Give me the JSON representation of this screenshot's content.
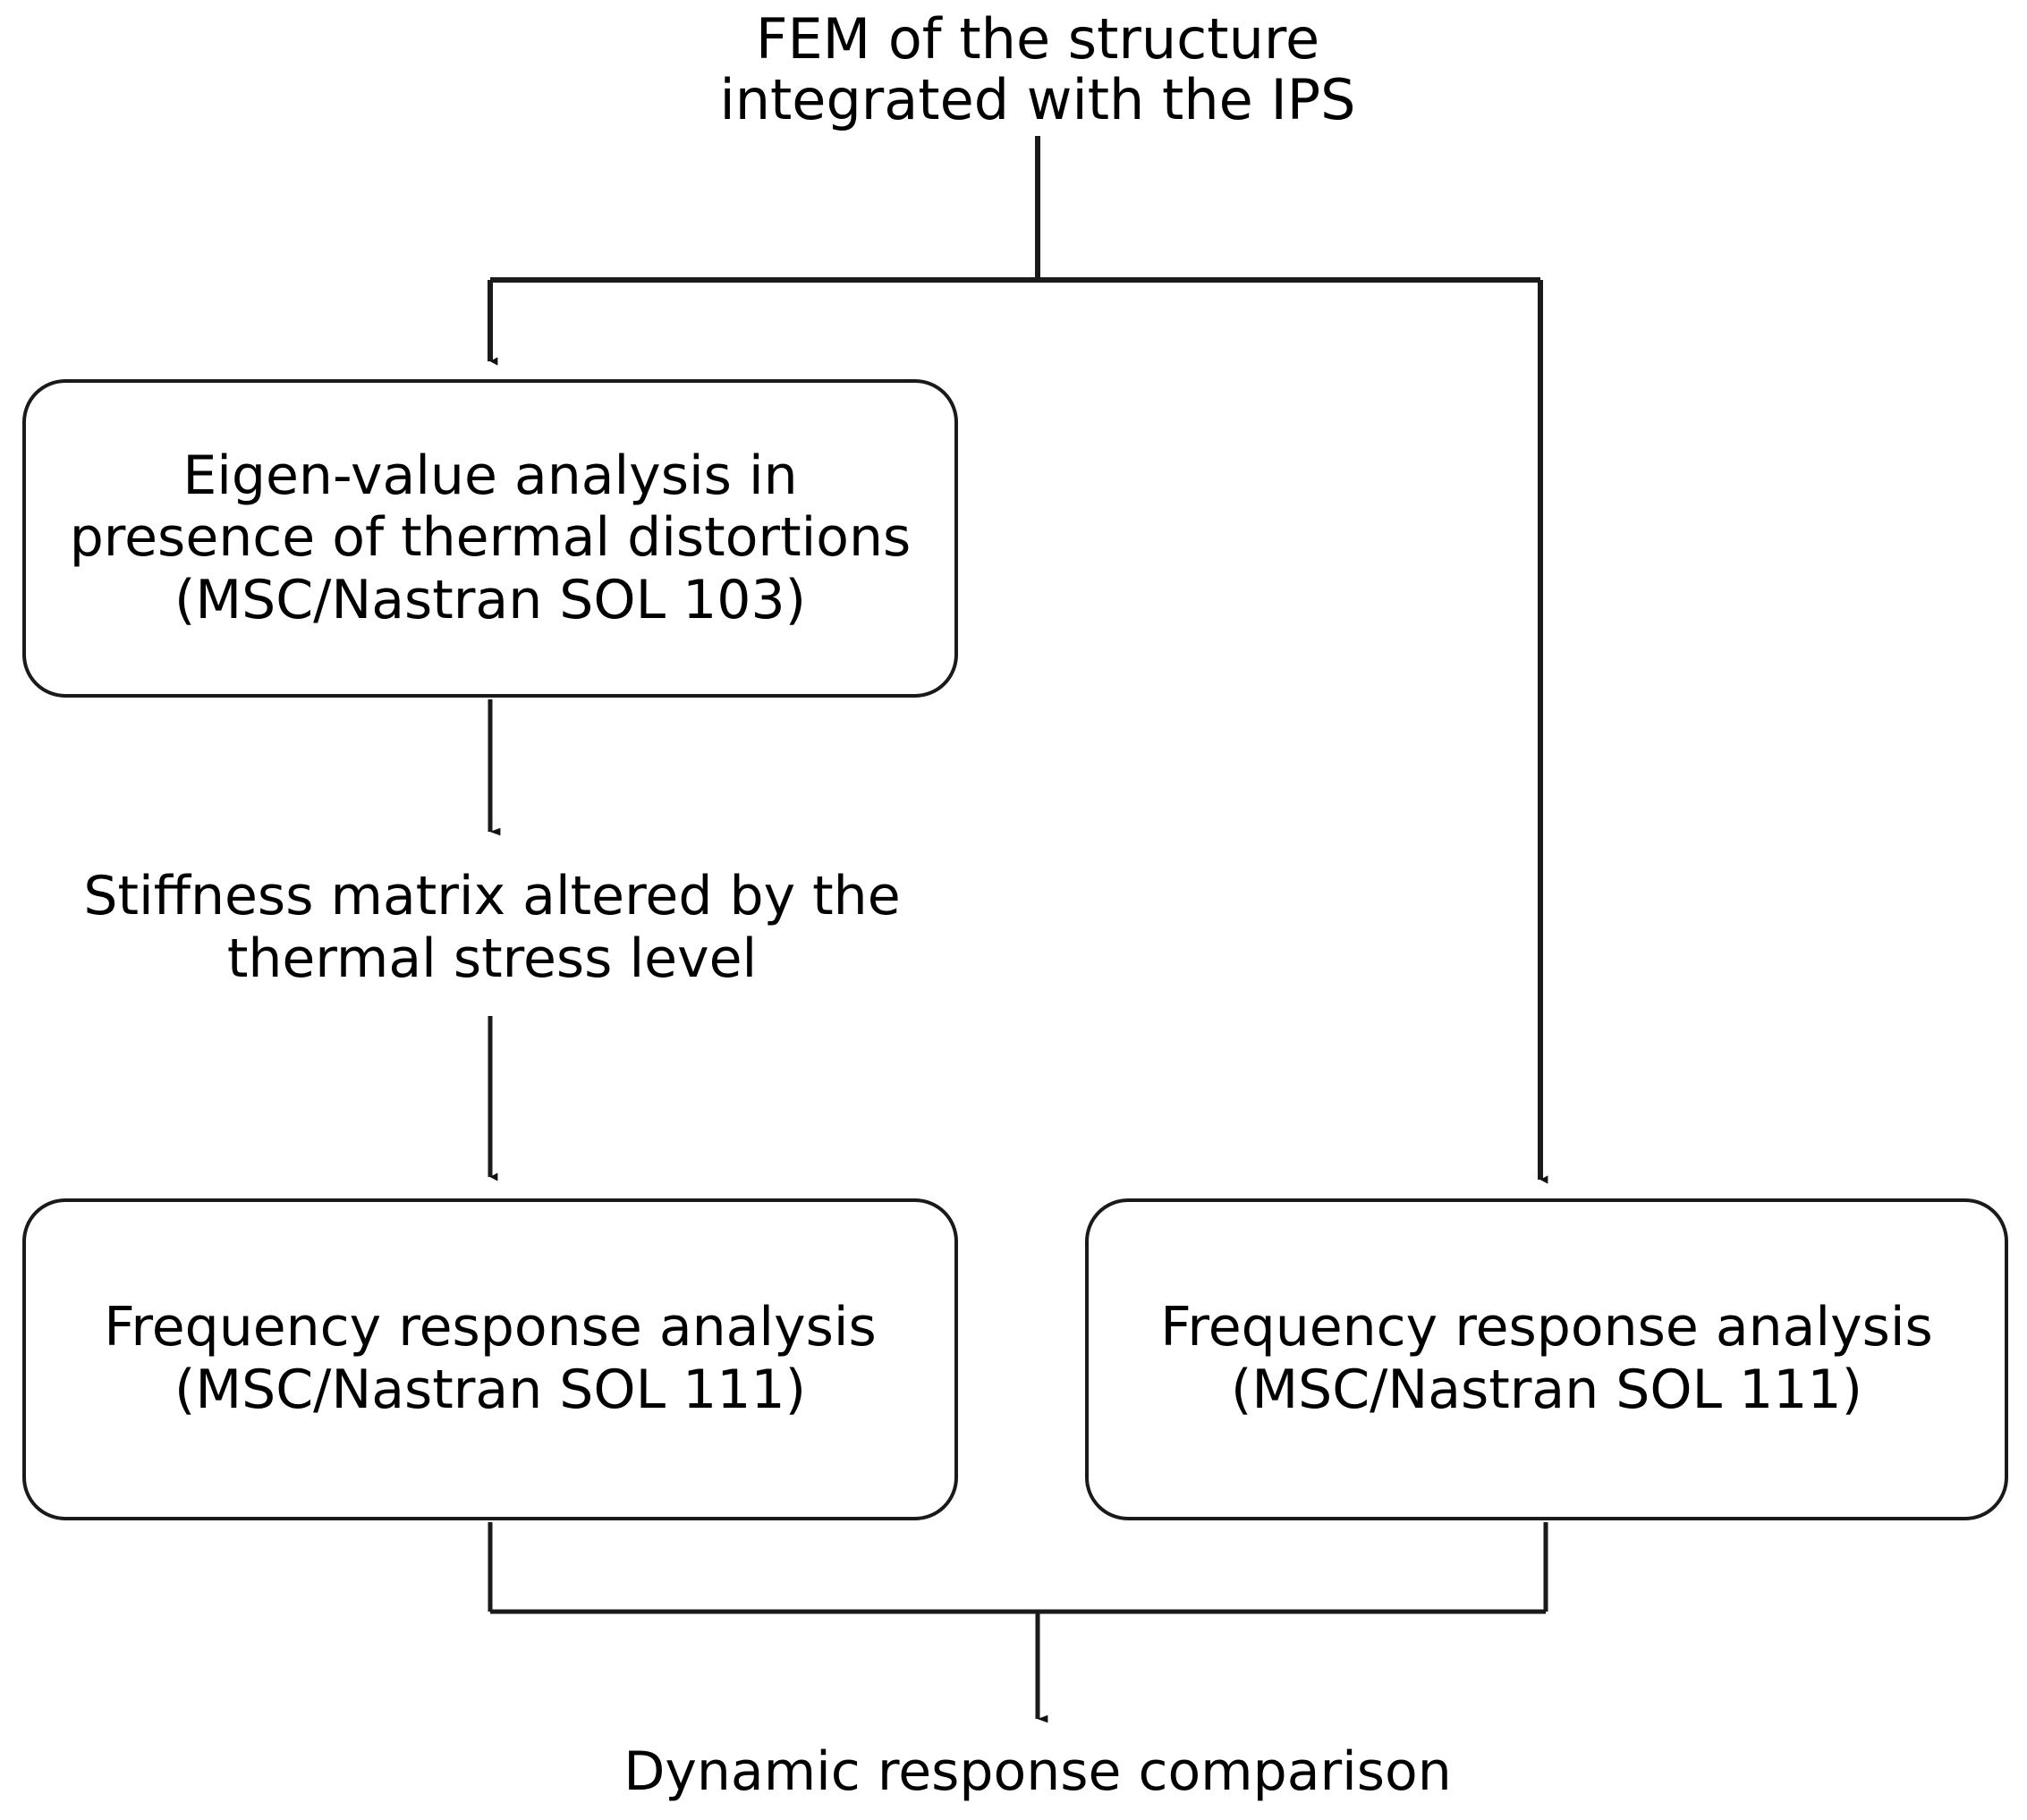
{
  "diagram": {
    "title": "FEM of the structure integrated with the IPS",
    "type": "flowchart",
    "orientation": "top-down",
    "stroke_color": "#1a1a1a",
    "background_color": "#ffffff",
    "text_color": "#000000"
  },
  "nodes": {
    "title": {
      "id": "fem-model",
      "shape": "plain-text",
      "lines": [
        "FEM of the structure",
        "integrated with the IPS"
      ]
    },
    "eigen": {
      "id": "eigenvalue-analysis",
      "shape": "rounded-rectangle",
      "lines": [
        "Eigen-value analysis in",
        "presence of thermal distortions",
        "(MSC/Nastran SOL 103)"
      ]
    },
    "stiffness": {
      "id": "stiffness-matrix",
      "shape": "plain-text",
      "lines": [
        "Stiffness matrix altered by the",
        "thermal stress level"
      ]
    },
    "freq_left": {
      "id": "frequency-response-thermal",
      "shape": "rounded-rectangle",
      "lines": [
        "Frequency response analysis",
        "(MSC/Nastran SOL 111)"
      ]
    },
    "freq_right": {
      "id": "frequency-response-nominal",
      "shape": "rounded-rectangle",
      "lines": [
        "Frequency response analysis",
        "(MSC/Nastran SOL 111)"
      ]
    },
    "comparison": {
      "id": "dynamic-response-comparison",
      "shape": "plain-text",
      "lines": [
        "Dynamic response comparison"
      ]
    }
  },
  "edges": [
    {
      "id": "fem-to-split",
      "from": "fem-model",
      "to": "split-point",
      "arrow": false
    },
    {
      "id": "split-to-eigen",
      "from": "split-point",
      "to": "eigenvalue-analysis",
      "arrow": true
    },
    {
      "id": "split-to-freq-right",
      "from": "split-point",
      "to": "frequency-response-nominal",
      "arrow": true
    },
    {
      "id": "eigen-to-stiffness",
      "from": "eigenvalue-analysis",
      "to": "stiffness-matrix",
      "arrow": true
    },
    {
      "id": "stiffness-to-freq-left",
      "from": "stiffness-matrix",
      "to": "frequency-response-thermal",
      "arrow": true
    },
    {
      "id": "freq-left-to-merge",
      "from": "frequency-response-thermal",
      "to": "merge-point",
      "arrow": false
    },
    {
      "id": "freq-right-to-merge",
      "from": "frequency-response-nominal",
      "to": "merge-point",
      "arrow": false
    },
    {
      "id": "merge-to-comparison",
      "from": "merge-point",
      "to": "dynamic-response-comparison",
      "arrow": true
    }
  ]
}
